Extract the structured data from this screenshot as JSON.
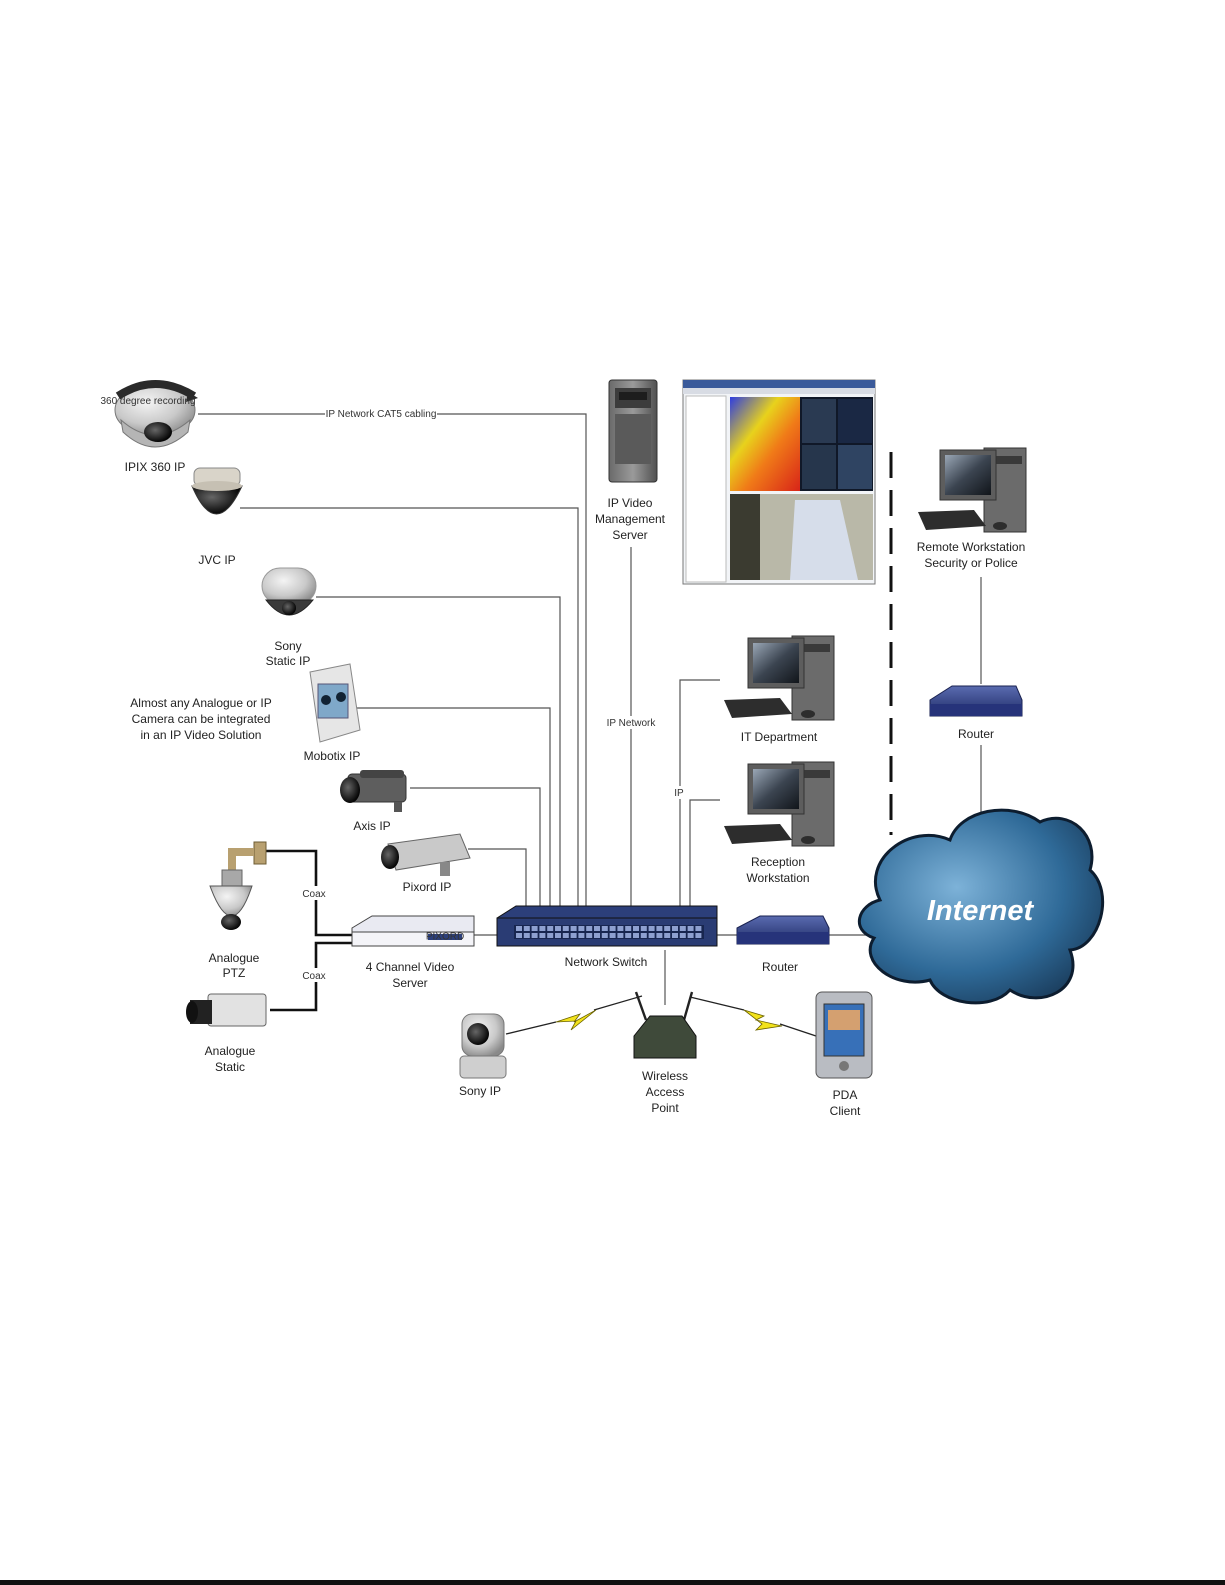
{
  "labels": {
    "cat5_cabling": "IP Network CAT5 cabling",
    "ipix": "IPIX 360 IP",
    "ipix_band": "360 degree recording",
    "jvc": "JVC IP",
    "sony_static": [
      "Sony",
      "Static IP"
    ],
    "mobotix": "Mobotix IP",
    "axis": "Axis IP",
    "pixord": "Pixord IP",
    "almost_any": [
      "Almost any Analogue or IP",
      "Camera can be integrated",
      "in an IP Video Solution"
    ],
    "coax": "Coax",
    "analogue_ptz": [
      "Analogue",
      "PTZ"
    ],
    "analogue_static": [
      "Analogue",
      "Static"
    ],
    "video_server": [
      "4 Channel Video",
      "Server"
    ],
    "video_server_brand": "PIXORD",
    "network_switch": "Network Switch",
    "router": "Router",
    "internet": "Internet",
    "vms": [
      "IP Video",
      "Management",
      "Server"
    ],
    "ip_network": "IP Network",
    "ip": "IP",
    "it_department": "IT Department",
    "reception": [
      "Reception",
      "Workstation"
    ],
    "remote": [
      "Remote Workstation",
      "Security or Police"
    ],
    "sony_ip": "Sony IP",
    "wap": [
      "Wireless",
      "Access",
      "Point"
    ],
    "pda": [
      "PDA",
      "Client"
    ]
  },
  "colors": {
    "line": "#555555",
    "coax": "#111111",
    "lightning": "#f2e21c",
    "switch": "#2c3f7a",
    "router": "#2f3f86",
    "cloud": "#2c5a86"
  },
  "icons": [
    "dome-camera-icon",
    "box-camera-icon",
    "ptz-camera-icon",
    "server-tower-icon",
    "desktop-computer-icon",
    "router-icon",
    "network-switch-icon",
    "wireless-access-point-icon",
    "pda-icon",
    "cloud-icon",
    "lightning-icon",
    "monitoring-screen-icon"
  ]
}
